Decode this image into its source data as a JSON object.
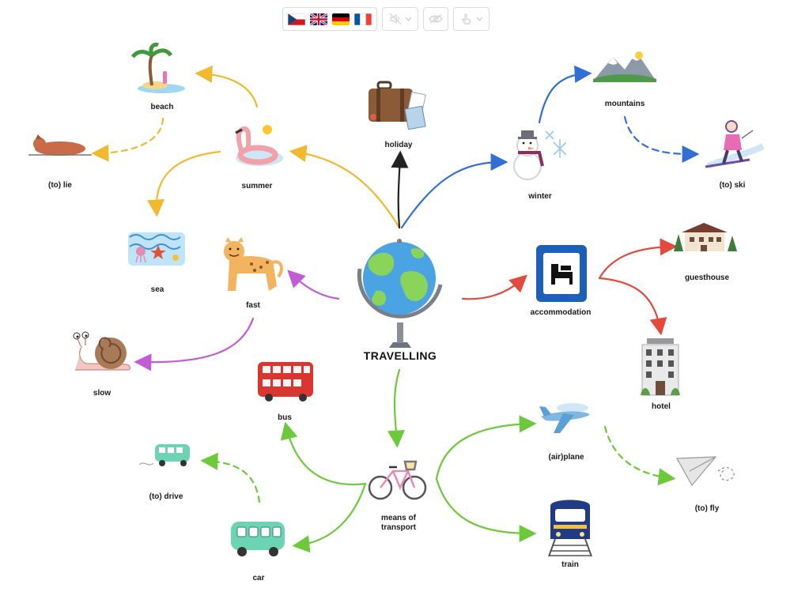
{
  "toolbar": {
    "languages": [
      {
        "code": "cs",
        "icon": "czech-flag-icon"
      },
      {
        "code": "en",
        "icon": "uk-flag-icon"
      },
      {
        "code": "de",
        "icon": "german-flag-icon"
      },
      {
        "code": "fr",
        "icon": "french-flag-icon"
      }
    ],
    "tools": [
      {
        "icon": "speaker-disabled-icon",
        "has_dropdown": true
      },
      {
        "icon": "eye-hidden-icon",
        "has_dropdown": false
      },
      {
        "icon": "pointer-hand-icon",
        "has_dropdown": true
      }
    ]
  },
  "mindmap": {
    "title": "TRAVELLING",
    "nodes": {
      "holiday": "holiday",
      "winter": "winter",
      "mountains": "mountains",
      "ski": "(to) ski",
      "summer": "summer",
      "beach": "beach",
      "lie": "(to) lie",
      "sea": "sea",
      "fast": "fast",
      "slow": "slow",
      "accommodation": "accommodation",
      "guesthouse": "guesthouse",
      "hotel": "hotel",
      "bus": "bus",
      "drive": "(to) drive",
      "car": "car",
      "means_of_transport": "means of transport",
      "airplane": "(air)plane",
      "fly": "(to) fly",
      "train": "train"
    },
    "branch_colors": {
      "summer": "#f2b92e",
      "holiday": "#222222",
      "winter": "#2f6fd6",
      "accommodation": "#e24a3b",
      "fast_slow": "#c35ad6",
      "transport": "#6cc93a"
    }
  }
}
